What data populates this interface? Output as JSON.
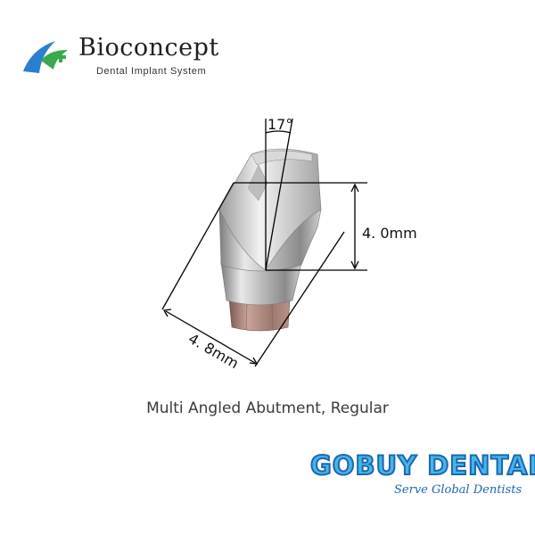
{
  "header": {
    "brand": "Bioconcept",
    "subtitle": "Dental Implant System"
  },
  "product": {
    "angle_label": "17°",
    "height_label": "4. 0mm",
    "diameter_label": "4. 8mm",
    "caption": "Multi Angled Abutment, Regular"
  },
  "badge": {
    "title": "GOBUY DENTAL",
    "tagline": "Serve Global Dentists"
  },
  "colors": {
    "logo_blue": "#2a7fd0",
    "logo_green": "#3aa94a",
    "badge_fill": "#46b6e8",
    "badge_outline": "#1b67b2"
  }
}
